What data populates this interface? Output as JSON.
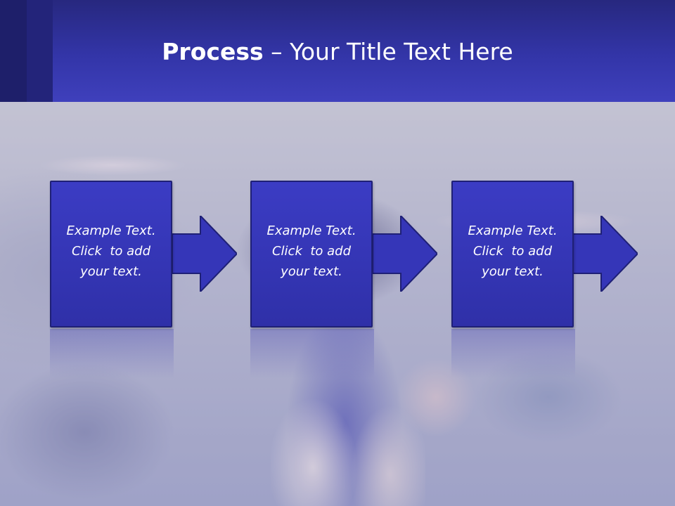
{
  "header": {
    "title_bold": "Process",
    "title_rest": " – Your Title Text Here",
    "bg_color": "#3335a8"
  },
  "steps": [
    {
      "line1": "Example Text.",
      "line2": "Click  to add",
      "line3": "your text."
    },
    {
      "line1": "Example Text.",
      "line2": "Click  to add",
      "line3": "your text."
    },
    {
      "line1": "Example Text.",
      "line2": "Click  to add",
      "line3": "your text."
    }
  ],
  "colors": {
    "box_fill": "#3536b8",
    "box_border": "#1f2076",
    "arrow_fill": "#3536b8"
  },
  "icons": {
    "arrow": "arrow-right-icon"
  }
}
